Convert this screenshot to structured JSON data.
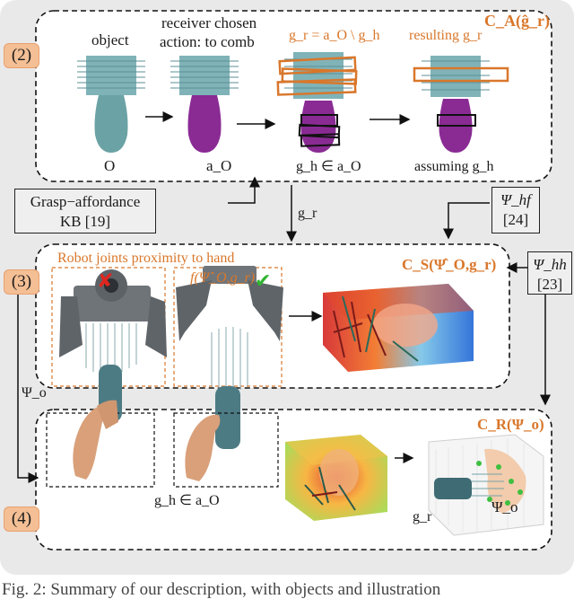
{
  "panels": {
    "p2": {
      "label": "(2)",
      "title": "C_A(ĝ_r)"
    },
    "p3": {
      "label": "(3)",
      "title": "C_S(Ψ̂_O,g_r)",
      "proximity_title": "Robot joints proximity to hand",
      "func": "f(Ψ̂_O,g_r)"
    },
    "p4": {
      "label": "(4)",
      "title": "C_R(Ψ_o)"
    }
  },
  "captions": {
    "object": "object",
    "receiver_line1": "receiver chosen",
    "receiver_line2": "action: to comb",
    "gr_def": "g_r = a_O \\ g_h",
    "resulting": "resulting g_r",
    "O": "O",
    "aO": "a_O",
    "gh_in_aO": "g_h ∈ a_O",
    "assuming": "assuming g_h",
    "gr_arrow": "g_r",
    "psi_o_side": "Ψ_o",
    "gh_in_aO_bottom": "g_h ∈ a_O",
    "gr_bottom": "g_r",
    "psi_o_bottom": "Ψ_o"
  },
  "kb_boxes": {
    "grasp_line1": "Grasp−affordance",
    "grasp_line2": "KB [19]",
    "psi_hf_line1": "Ψ_hf",
    "psi_hf_line2": "[24]",
    "psi_hh_line1": "Ψ_hh",
    "psi_hh_line2": "[23]"
  },
  "marks": {
    "cross": "✘",
    "check": "✔"
  },
  "colors": {
    "orange": "#d9772b",
    "label_bg": "#f4bf95",
    "teal": "#5fa3a4",
    "purple": "#8a2b94",
    "panel_bg": "#e9e9e9"
  },
  "bottom_caption": "Fig. 2: Summary of our description, with objects and illustration"
}
